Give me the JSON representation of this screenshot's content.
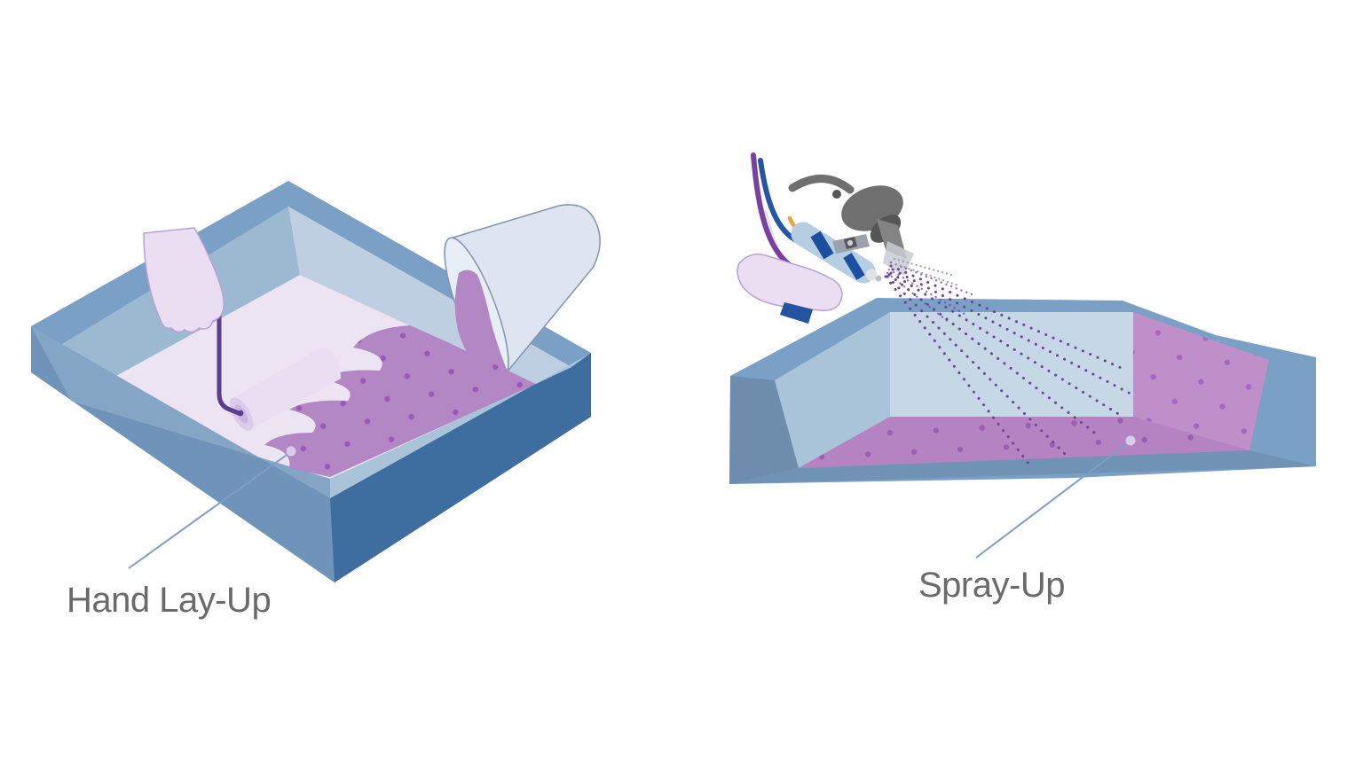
{
  "diagram": {
    "panels": [
      {
        "id": "hand-lay-up",
        "label": "Hand Lay-Up"
      },
      {
        "id": "spray-up",
        "label": "Spray-Up"
      }
    ]
  },
  "icons": {
    "left": [
      "open-mold",
      "glove-hand",
      "paint-roller",
      "resin-cup",
      "resin-pool",
      "leader-dot"
    ],
    "right": [
      "open-mold",
      "glove-hand",
      "spray-gun",
      "spray-streams",
      "resin-floor",
      "leader-dot"
    ]
  },
  "colors": {
    "background": "#FFFFFF",
    "label_text": "#6A6A6A",
    "leader_line": "#7F9EC6",
    "leader_dot": "#D7CDEB",
    "mold_rim": "#7AA0C5",
    "mold_face_light": "#7093BA",
    "mold_face_dark": "#3E6DA0",
    "mold_wedge": "#6E8CAB",
    "mold_bottom_band": "#7092B4",
    "inner_wall_dark": "#9CB9D2",
    "inner_wall_light": "#BDCFE0",
    "inner_band_left": "#84A5C3",
    "inner_band_right": "#A9C3D9",
    "back_wall": "#C6D7E6",
    "floor_pale": "#ECE4F3",
    "resin": "#B287C4",
    "resin_dot": "#9A58B8",
    "resin_floor": "#B583C2",
    "resin_floor_dot": "#9C5EB3",
    "resin_wall": "#BF8FCA",
    "resin_wall_dot": "#A766BF",
    "glove": "#EADEF3",
    "glove_outline": "#B8A2D4",
    "roller": "#E9DEF2",
    "roller_cap": "#DCCBEA",
    "roller_cap_inner": "#CBB4DE",
    "roller_handle": "#5B3E91",
    "cup": "#DCE5F0",
    "cup_mouth": "#E7EEF6",
    "cup_outline": "#8394AD",
    "gun_gray": "#6F6F6F",
    "gun_gray_dark": "#565656",
    "gun_blade": "#848484",
    "gun_metal": "#9AA3AD",
    "gun_body": "#B5CEE1",
    "gun_band": "#1C4F9F",
    "strap": "#2453A0",
    "hose_blue": "#2456A8",
    "hose_purple": "#7B3FA3",
    "hose_orange": "#E8A33D",
    "hose_white": "#DFE3E8",
    "spray": "#6D4396",
    "spray_light": "#9AA0B5",
    "spray_fan": "#C8CDD4"
  }
}
